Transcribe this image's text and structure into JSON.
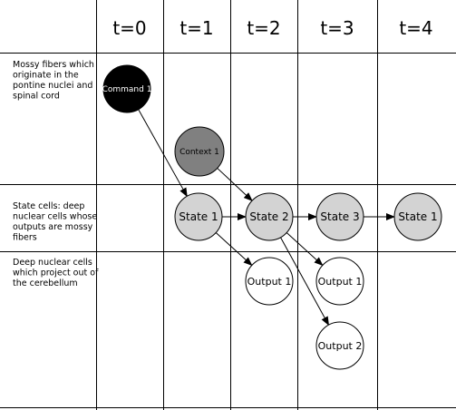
{
  "columns": [
    "t=0",
    "t=1",
    "t=2",
    "t=3",
    "t=4"
  ],
  "rows": [
    {
      "label_lines": [
        "Mossy fibers which",
        "originate in the",
        "pontine nuclei and",
        "spinal cord"
      ]
    },
    {
      "label_lines": [
        "State cells: deep",
        "nuclear cells whose",
        "outputs are mossy",
        "fibers"
      ]
    },
    {
      "label_lines": [
        "Deep nuclear cells",
        "which project out of",
        "the cerebellum"
      ]
    }
  ],
  "nodes": {
    "command1": {
      "label": "Command 1",
      "fill": "#000000",
      "text_color": "#ffffff"
    },
    "context1": {
      "label": "Context 1",
      "fill": "#808080",
      "text_color": "#000000"
    },
    "state1_t1": {
      "label": "State 1",
      "fill": "#d3d3d3",
      "text_color": "#000000"
    },
    "state2_t2": {
      "label": "State 2",
      "fill": "#d3d3d3",
      "text_color": "#000000"
    },
    "state3_t3": {
      "label": "State 3",
      "fill": "#d3d3d3",
      "text_color": "#000000"
    },
    "state1_t4": {
      "label": "State 1",
      "fill": "#d3d3d3",
      "text_color": "#000000"
    },
    "output1_t2": {
      "label": "Output 1",
      "fill": "#ffffff",
      "text_color": "#000000"
    },
    "output1_t3": {
      "label": "Output 1",
      "fill": "#ffffff",
      "text_color": "#000000"
    },
    "output2_t3": {
      "label": "Output 2",
      "fill": "#ffffff",
      "text_color": "#000000"
    }
  },
  "edges": [
    {
      "from": "command1",
      "to": "state1_t1"
    },
    {
      "from": "context1",
      "to": "state2_t2"
    },
    {
      "from": "state1_t1",
      "to": "state2_t2"
    },
    {
      "from": "state1_t1",
      "to": "output1_t2"
    },
    {
      "from": "state2_t2",
      "to": "state3_t3"
    },
    {
      "from": "state2_t2",
      "to": "output1_t3"
    },
    {
      "from": "state2_t2",
      "to": "output2_t3"
    },
    {
      "from": "state3_t3",
      "to": "state1_t4"
    }
  ]
}
